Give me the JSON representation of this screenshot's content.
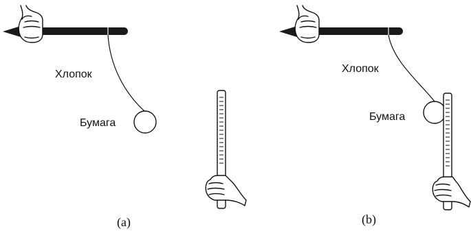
{
  "panels": [
    {
      "id": "a",
      "thread_label": "Хлопок",
      "ball_label": "Бумага",
      "caption": "(a)"
    },
    {
      "id": "b",
      "thread_label": "Хлопок",
      "ball_label": "Бумага",
      "caption": "(b)"
    }
  ],
  "colors": {
    "ink": "#111111",
    "rod": "#1a1a1a",
    "background": "#ffffff"
  }
}
